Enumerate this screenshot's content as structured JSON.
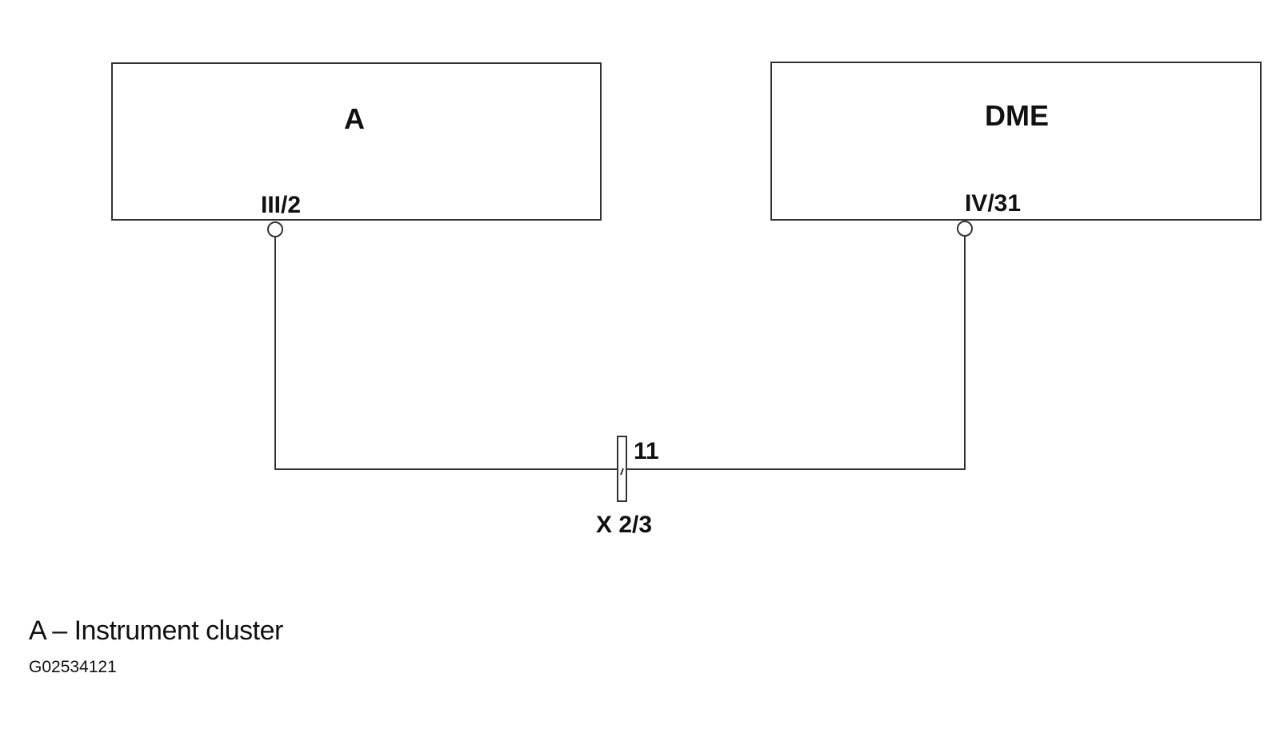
{
  "components": {
    "left": {
      "label": "A",
      "pin": "III/2"
    },
    "right": {
      "label": "DME",
      "pin": "IV/31"
    }
  },
  "connector": {
    "pin": "11",
    "label": "X 2/3"
  },
  "caption": "A – Instrument cluster",
  "figure_code": "G02534121"
}
